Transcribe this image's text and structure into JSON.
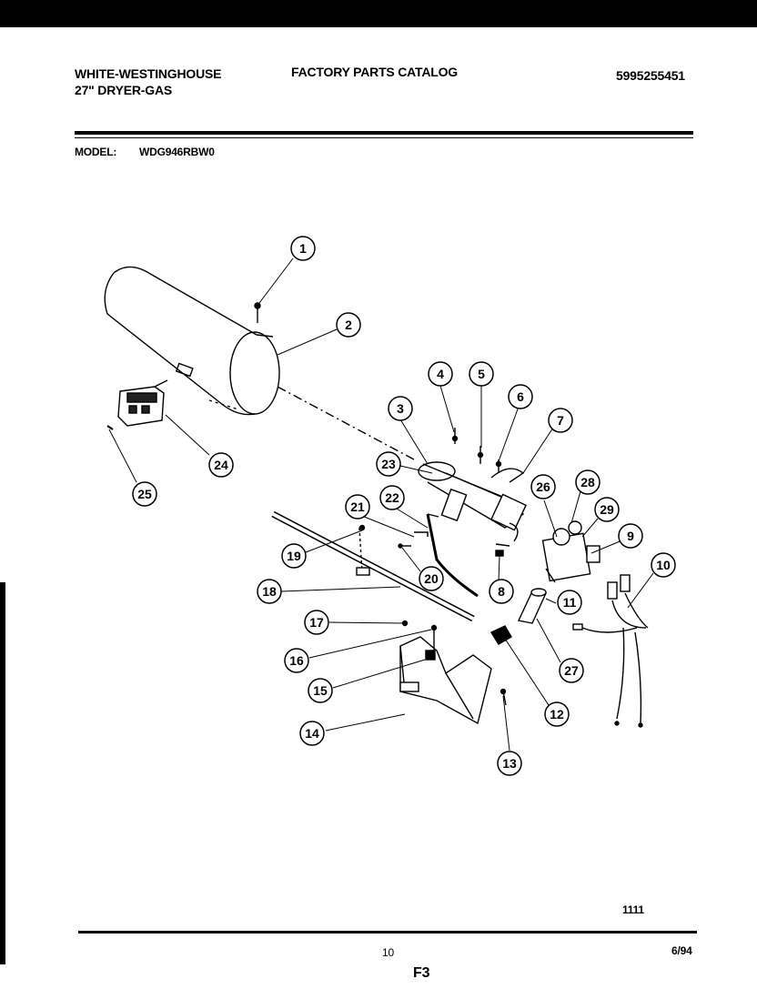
{
  "header": {
    "brand": "WHITE-WESTINGHOUSE",
    "product": "27\" DRYER-GAS",
    "catalog": "FACTORY PARTS CATALOG",
    "catalog_number": "5995255451",
    "model_label": "MODEL:",
    "model_value": "WDG946RBW0"
  },
  "diagram": {
    "callouts": [
      "1",
      "2",
      "3",
      "4",
      "5",
      "6",
      "7",
      "8",
      "9",
      "10",
      "11",
      "12",
      "13",
      "14",
      "15",
      "16",
      "17",
      "18",
      "19",
      "20",
      "21",
      "22",
      "23",
      "24",
      "25",
      "26",
      "27",
      "28",
      "29"
    ]
  },
  "footer": {
    "code": "1111",
    "page_number": "10",
    "date": "6/94",
    "section": "F3"
  }
}
